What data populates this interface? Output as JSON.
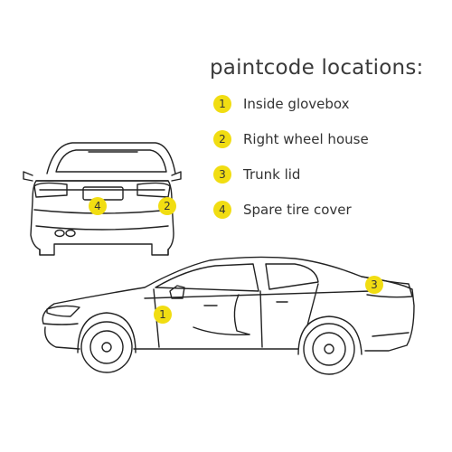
{
  "title": "paintcode locations:",
  "accent_color": "#f1dd12",
  "legend": [
    {
      "num": "1",
      "label": "Inside glovebox"
    },
    {
      "num": "2",
      "label": "Right wheel house"
    },
    {
      "num": "3",
      "label": "Trunk lid"
    },
    {
      "num": "4",
      "label": "Spare tire cover"
    }
  ],
  "markers": {
    "m1": "1",
    "m2": "2",
    "m3": "3",
    "m4": "4"
  }
}
